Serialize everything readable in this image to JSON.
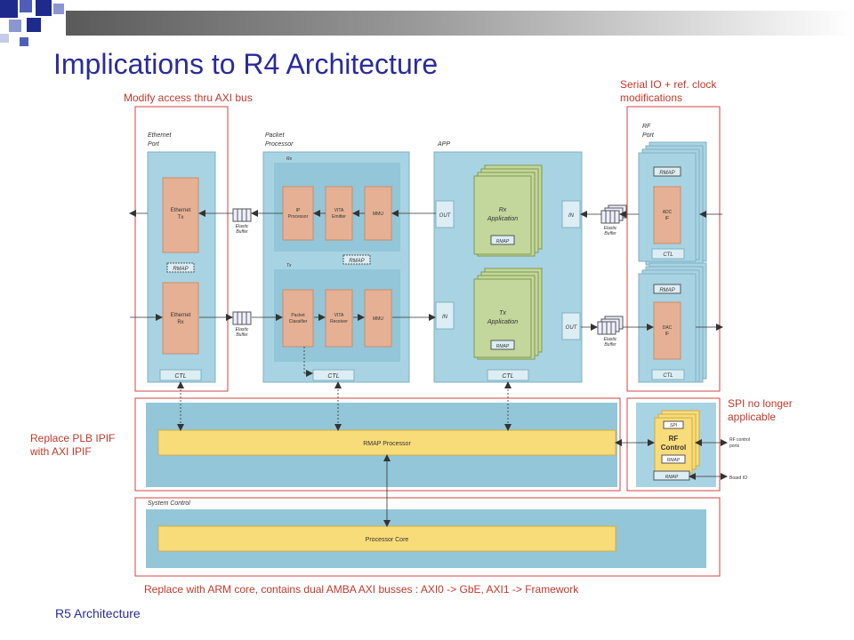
{
  "slide": {
    "title": "Implications to R4 Architecture",
    "footer": "R5 Architecture"
  },
  "annotations": {
    "modify_access": "Modify access thru AXI bus",
    "serial_io": [
      "Serial IO + ref. clock",
      "modifications"
    ],
    "spi": [
      "SPI no longer",
      "applicable"
    ],
    "replace_plb": [
      "Replace PLB IPIF",
      "with AXI IPIF"
    ],
    "replace_arm": "Replace with ARM core, contains dual AMBA AXI busses : AXI0 -> GbE, AXI1 -> Framework"
  },
  "diagram": {
    "ethernet_port": {
      "label": [
        "Ethernet",
        "Port"
      ],
      "tx": [
        "Ethernet",
        "Tx"
      ],
      "rx": [
        "Ethernet",
        "Rx"
      ],
      "rmap": "RMAP",
      "ctl": "CTL"
    },
    "packet_processor": {
      "label": [
        "Packet",
        "Processor"
      ],
      "rx_label": "Rx",
      "tx_label": "Tx",
      "ip_processor": [
        "IP",
        "Processor"
      ],
      "vita_emitter": [
        "VITA",
        "Emitter"
      ],
      "mmu_top": "MMU",
      "packet_classifier": [
        "Packet",
        "Classifier"
      ],
      "vita_receiver": [
        "VITA",
        "Receiver"
      ],
      "mmu_bottom": "MMU",
      "rmap": "RMAP",
      "ctl": "CTL"
    },
    "elastic_buffer": [
      "Elastic",
      "Buffer"
    ],
    "app": {
      "label": "APP",
      "out_top": "OUT",
      "in_bottom": "IN",
      "in_right": "IN",
      "out_right": "OUT",
      "rx_application": [
        "Rx",
        "Application"
      ],
      "tx_application": [
        "Tx",
        "Application"
      ],
      "rmap": "RMAP",
      "ctl": "CTL"
    },
    "rf_port": {
      "label": [
        "RF",
        "Port"
      ],
      "rmap": "RMAP",
      "adc_if": [
        "ADC",
        "IF"
      ],
      "dac_if": [
        "DAC",
        "IF"
      ],
      "ctl": "CTL"
    },
    "rmap_processor": "RMAP Processor",
    "rf_control": {
      "spi": "SPI",
      "label": [
        "RF",
        "Control"
      ],
      "rmap": "RMAP",
      "rmap_bottom": "RMAP",
      "ports_label": [
        "RF control",
        "ports"
      ],
      "board_io": "Board IO"
    },
    "system_control": {
      "label": "System Control",
      "processor_core": "Processor Core"
    }
  },
  "colors": {
    "title": "#2b2b9a",
    "annotation": "#c0392b",
    "block_bg": "#a8d3e2",
    "panel_bg": "#c4e2ec",
    "orange_block": "#e5b094",
    "green_block": "#c3d69b",
    "yellow_block": "#f9dc7a"
  }
}
